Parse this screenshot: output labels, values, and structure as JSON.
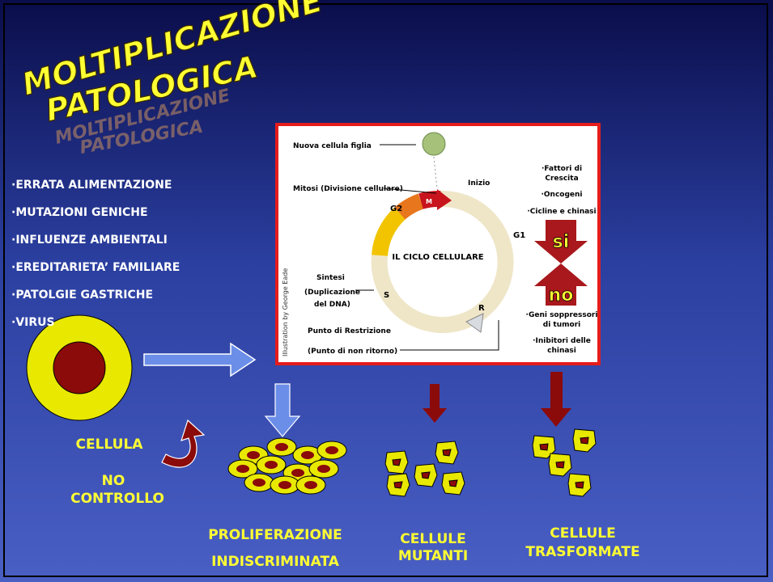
{
  "title": {
    "line1": "MOLTIPLICAZIONE",
    "line2": "PATOLOGICA"
  },
  "bullets": [
    "·ERRATA ALIMENTAZIONE",
    "·MUTAZIONI GENICHE",
    "·INFLUENZE AMBIENTALI",
    "·EREDITARIETA’ FAMILIARE",
    "·PATOLGIE GASTRICHE",
    "·VIRUS"
  ],
  "cycle": {
    "center": "IL CICLO CELLULARE",
    "new_cell": "Nuova cellula figlia",
    "mitosis": "Mitosi (Divisione cellulare)",
    "start": "Inizio",
    "synthesis": [
      "Sintesi",
      "(Duplicazione",
      "del DNA)"
    ],
    "restriction": [
      "Punto di Restrizione",
      "(Punto di non ritorno)"
    ],
    "credit": "Illustration by George Eade",
    "phases": {
      "g1": "G1",
      "g2": "G2",
      "m": "M",
      "s": "S",
      "r": "R"
    },
    "pos_factors": [
      "·Fattori di",
      "Crescita",
      "·Oncogeni",
      "·Cicline e chinasi"
    ],
    "neg_factors": [
      "·Geni soppressori",
      "di tumori",
      "·Inibitori delle",
      "chinasi"
    ],
    "yes": "si",
    "no": "no"
  },
  "labels": {
    "cell": "CELLULA",
    "no": "NO",
    "control": "CONTROLLO",
    "prolif1": "PROLIFERAZIONE",
    "prolif2": "INDISCRIMINATA",
    "mutant1": "CELLULE",
    "mutant2": "MUTANTI",
    "trans1": "CELLULE",
    "trans2": "TRASFORMATE"
  },
  "colors": {
    "accent": "#ffff33",
    "panel_border": "#e51c1c",
    "cell_fill": "#e8e800",
    "nucleus": "#8b0a0a",
    "arrow_blue": "#6b8ee8",
    "arrow_red": "#8b0a0a"
  }
}
